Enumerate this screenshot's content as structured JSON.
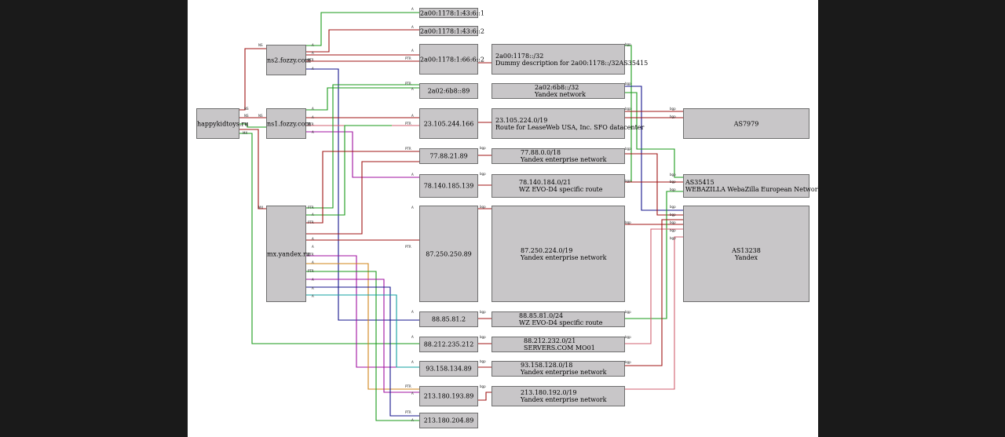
{
  "colors": {
    "red": "#a01414",
    "green": "#1a9a1a",
    "blue": "#14148c",
    "purple": "#a010a0",
    "orange": "#d08418",
    "pink": "#d06070",
    "lightgreen": "#58c858",
    "teal": "#10a0a0",
    "box_fill": "#c8c6c8",
    "box_border": "#6e6e6e"
  },
  "domain": "happykidtoys.ru",
  "nameservers": [
    "ns2.fozzy.com",
    "ns1.fozzy.com",
    "mx.yandex.ru"
  ],
  "addresses": [
    "2a00:1178:1:43:6::1",
    "2a00:1178:1:43:6::2",
    "2a00:1178:1:66:6::2",
    "2a02:6b8::89",
    "23.105.244.166",
    "77.88.21.89",
    "78.140.185.139",
    "87.250.250.89",
    "88.85.81.2",
    "88.212.235.212",
    "93.158.134.89",
    "213.180.193.89",
    "213.180.204.89"
  ],
  "routes": [
    {
      "prefix": "2a00:1178::/32",
      "desc": "Dummy description for 2a00:1178::/32AS35415"
    },
    {
      "prefix": "2a02:6b8::/32",
      "desc": "Yandex network"
    },
    {
      "prefix": "23.105.224.0/19",
      "desc": "Route for LeaseWeb USA, Inc. SFO datacenter"
    },
    {
      "prefix": "77.88.0.0/18",
      "desc": "Yandex enterprise network"
    },
    {
      "prefix": "78.140.184.0/21",
      "desc": "WZ EVO-D4 specific route"
    },
    {
      "prefix": "87.250.224.0/19",
      "desc": "Yandex enterprise network"
    },
    {
      "prefix": "88.85.81.0/24",
      "desc": "WZ EVO-D4 specific route"
    },
    {
      "prefix": "88.212.232.0/21",
      "desc": "SERVERS.COM MO01"
    },
    {
      "prefix": "93.158.128.0/18",
      "desc": "Yandex enterprise network"
    },
    {
      "prefix": "213.180.192.0/19",
      "desc": "Yandex enterprise network"
    }
  ],
  "asns": [
    {
      "line1": "AS7979",
      "line2": ""
    },
    {
      "line1": "AS35415",
      "line2": "WEBAZILLA WebaZilla European Network"
    },
    {
      "line1": "AS13238",
      "line2": "Yandex"
    }
  ],
  "edge_labels": {
    "ns": "NS",
    "mx": "MX",
    "a": "A",
    "aaaa": "AAAA",
    "ptr": "PTR",
    "bgp": "bgp"
  }
}
